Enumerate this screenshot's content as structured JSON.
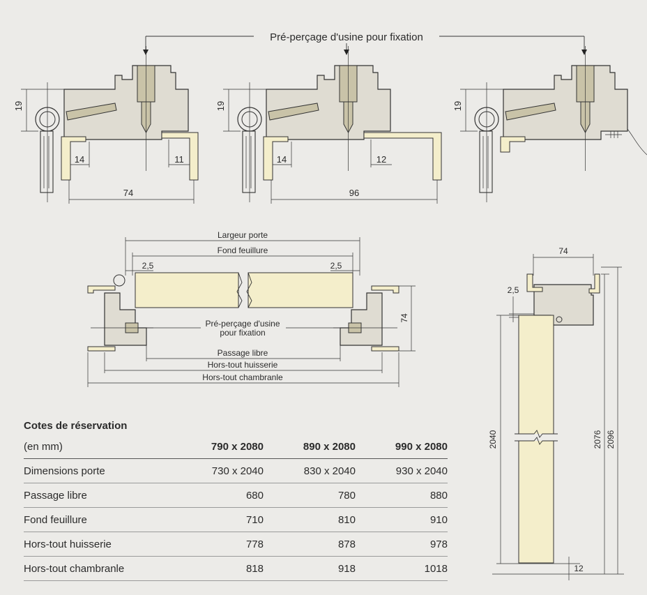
{
  "top_callout": "Pré-perçage d'usine pour fixation",
  "top_details": {
    "dim_19": "19",
    "detail1": {
      "left": "14",
      "right": "11",
      "total": "74"
    },
    "detail2": {
      "left": "14",
      "right": "12",
      "total": "96"
    }
  },
  "plan": {
    "largeur_porte": "Largeur porte",
    "fond_feuillure": "Fond feuillure",
    "dim_25_left": "2,5",
    "dim_25_right": "2,5",
    "depth": "74",
    "callout_line1": "Pré-perçage d'usine",
    "callout_line2": "pour fixation",
    "passage_libre": "Passage libre",
    "hors_tout_huisserie": "Hors-tout huisserie",
    "hors_tout_chambranle": "Hors-tout chambranle"
  },
  "elevation": {
    "width": "74",
    "dim_25": "2,5",
    "height_2040": "2040",
    "height_2076": "2076",
    "height_2096": "2096",
    "bottom_12": "12"
  },
  "table": {
    "title": "Cotes de réservation",
    "headers": [
      "(en mm)",
      "790 x 2080",
      "890 x 2080",
      "990 x 2080"
    ],
    "rows": [
      [
        "Dimensions porte",
        "730 x 2040",
        "830 x 2040",
        "930 x 2040"
      ],
      [
        "Passage libre",
        "680",
        "780",
        "880"
      ],
      [
        "Fond feuillure",
        "710",
        "810",
        "910"
      ],
      [
        "Hors-tout huisserie",
        "778",
        "878",
        "978"
      ],
      [
        "Hors-tout chambranle",
        "818",
        "918",
        "1018"
      ]
    ]
  }
}
